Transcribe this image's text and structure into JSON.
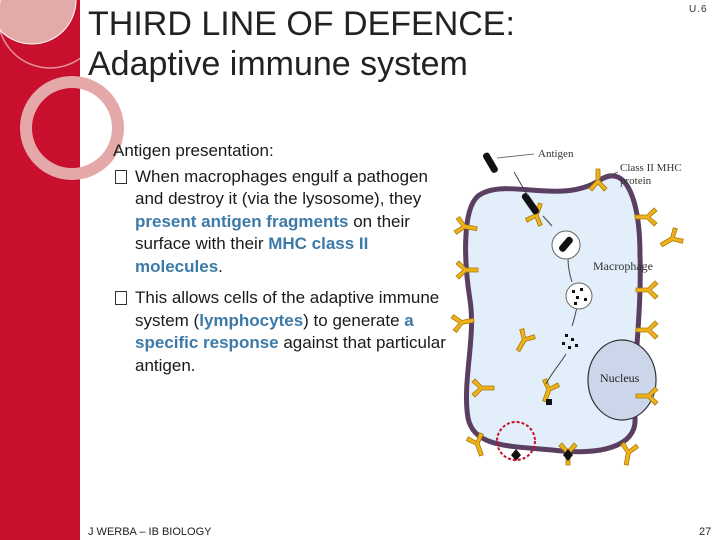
{
  "slide": {
    "title_line1": "THIRD LINE OF DEFENCE:",
    "title_line2": "Adaptive immune system",
    "code": "U.6",
    "footer": "J WERBA – IB BIOLOGY",
    "page_number": "27"
  },
  "content": {
    "heading": "Antigen presentation:",
    "bullet1": {
      "t1": "When macrophages engulf a pathogen and destroy it (via the lysosome), they ",
      "h1": "present antigen fragments",
      "t2": " on their surface with their ",
      "h2": "MHC class II molecules",
      "t3": "."
    },
    "bullet2": {
      "t1": "This allows cells of the adaptive immune system (",
      "h1": "lymphocytes",
      "t2": ") to generate ",
      "h2": "a specific response",
      "t3": " against that particular antigen."
    }
  },
  "diagram": {
    "label_antigen": "Antigen",
    "label_mhc_line1": "Class II MHC",
    "label_mhc_line2": "protein",
    "label_macrophage": "Macrophage",
    "label_nucleus": "Nucleus"
  },
  "colors": {
    "accent_red": "#c8102e",
    "highlight_blue": "#3d7aa8",
    "cell_fill": "#e2eef9",
    "cell_membrane": "#5b3f63",
    "receptor_yellow": "#f0b21a",
    "nucleus_fill": "#ccd6ea"
  }
}
